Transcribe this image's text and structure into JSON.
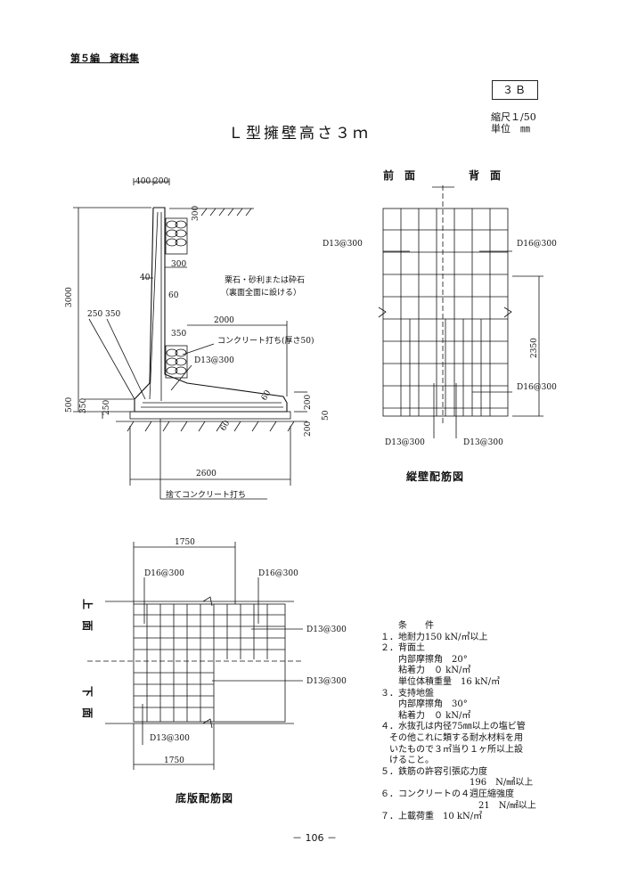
{
  "header": "第５編　資料集",
  "sheet_no": "３Ｂ",
  "scale": "縮尺１/50",
  "unit": "単位　㎜",
  "title": "Ｌ型擁壁高さ３ｍ",
  "section": {
    "dim_top": "400 200",
    "dim_300a": "300",
    "dim_3000": "3000",
    "dim_300b": "300",
    "dim_40": "40",
    "dim_60a": "60",
    "dim_250_350": "250  350",
    "dim_2000": "2000",
    "dim_350a": "350",
    "note_gravel_1": "栗石・砂利または砕石",
    "note_gravel_2": "（裏面全面に設ける）",
    "note_concrete": "コンクリート打ち(厚さ50)",
    "rebar_d13": "D13@300",
    "dim_60b": "60",
    "dim_500": "500",
    "dim_350b": "350",
    "dim_250": "250",
    "dim_60c": "60",
    "dim_200a": "200",
    "dim_50": "50",
    "dim_200b": "200",
    "dim_2600": "2600",
    "note_lean": "捨てコンクリート打ち"
  },
  "wall": {
    "front": "前　面",
    "back": "背　面",
    "left_top": "D13@300",
    "right_top": "D16@300",
    "dim_2350": "2350",
    "right_bottom": "D16@300",
    "bottom_left": "D13@300",
    "bottom_right": "D13@300",
    "caption": "縦壁配筋図"
  },
  "slab": {
    "dim_top": "1750",
    "top_left": "D16@300",
    "top_right": "D16@300",
    "right_1": "D13@300",
    "right_2": "D13@300",
    "bottom_left": "D13@300",
    "dim_bottom": "1750",
    "side_upper": "上　面",
    "side_lower": "下　面",
    "caption": "底版配筋図"
  },
  "conditions": [
    "　　条　　件",
    "１．地耐力150 kN/㎡以上",
    "２．背面土",
    "　　内部摩擦角　20°",
    "　　粘着力　０ kN/㎡",
    "　　単位体積重量　16 kN/㎥",
    "３．支持地盤",
    "　　内部摩擦角　30°",
    "　　粘着力　０ kN/㎡",
    "４．水抜孔は内径75㎜以上の塩ビ管",
    "　その他これに類する耐水材料を用",
    "　いたもので３㎡当り１ヶ所以上設",
    "　けること。",
    "５．鉄筋の許容引張応力度",
    "　　　　　　　　　　196　N/㎟以上",
    "６．コンクリートの４週圧縮強度",
    "　　　　　　　　　　　21　N/㎟以上",
    "７．上載荷重　10 kN/㎡"
  ],
  "page_no": "－ 106 －"
}
